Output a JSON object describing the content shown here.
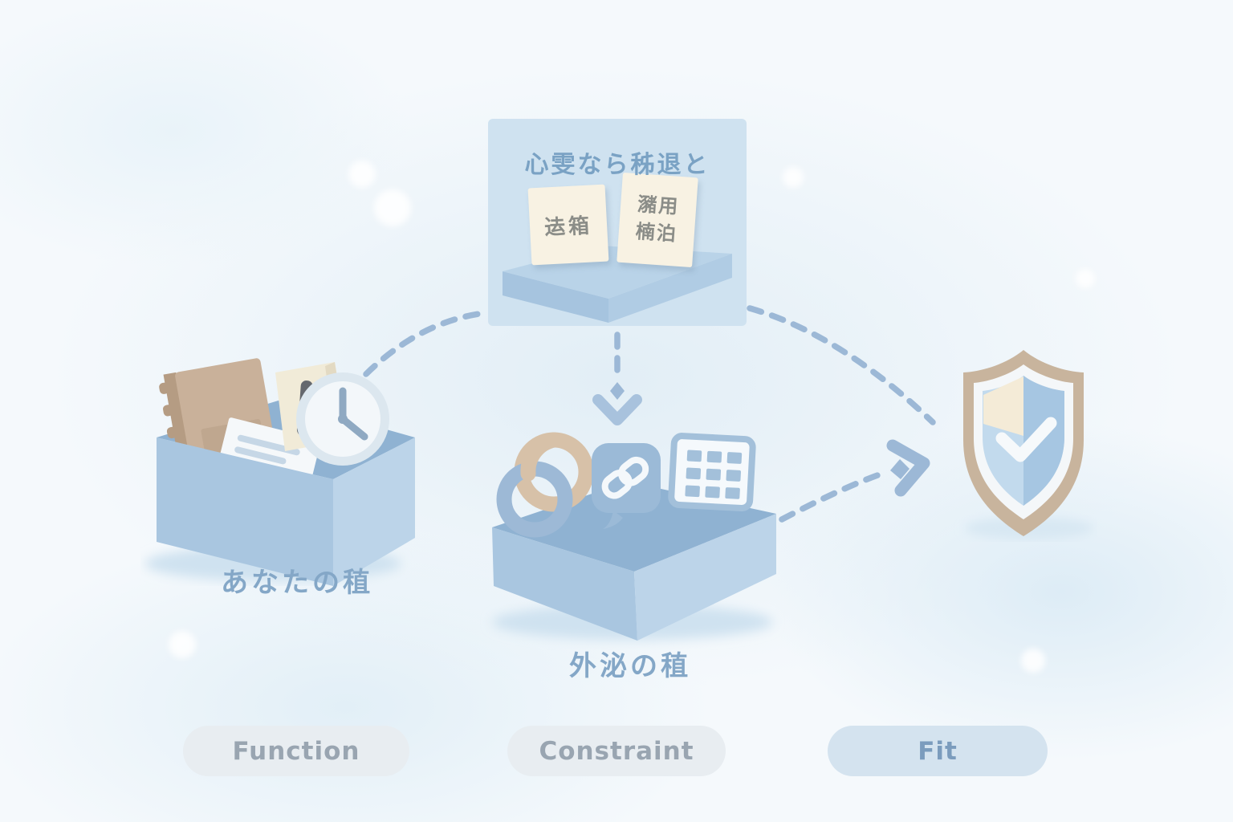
{
  "panel": {
    "title": "心雯なら秭退と",
    "note_left": "迲箱",
    "note_right": {
      "line1": "瀦用",
      "line2": "楠泊"
    }
  },
  "your_box": {
    "label": "あなたの稙"
  },
  "external_box": {
    "label": "外泌の稙"
  },
  "pills": {
    "function": "Function",
    "constraint": "Constraint",
    "fit": "Fit"
  },
  "icons": {
    "notebook-icon": "tan spiral notebook",
    "document-icon": "white paper with text lines",
    "warning-note-icon": "cream note with exclamation mark",
    "clock-icon": "analog clock face",
    "rings-icon": "two interlocked rings (tan + blue)",
    "chain-link-app-icon": "blue rounded app tile with white chain link",
    "grid-table-icon": "outlined tile with 3x3 grid of squares",
    "shield-check-icon": "tan-bordered shield with white checkmark",
    "dashed-arrow": "blue dashed connector with chevron head"
  },
  "colors": {
    "accent_dash": "#9cb8d6",
    "panel_bg": "#cfe2f0",
    "box_front": "#a9c6e0",
    "box_side": "#bcd4e9",
    "box_interior": "#8fb2d2",
    "cream": "#f4ecd9",
    "tan": "#c8b49d",
    "label_text": "#84a7c7",
    "pill_gray_bg": "#e8edf1",
    "pill_gray_text": "#99a5b1",
    "pill_blue_bg": "#d4e3ef",
    "pill_blue_text": "#7b9cbd"
  }
}
